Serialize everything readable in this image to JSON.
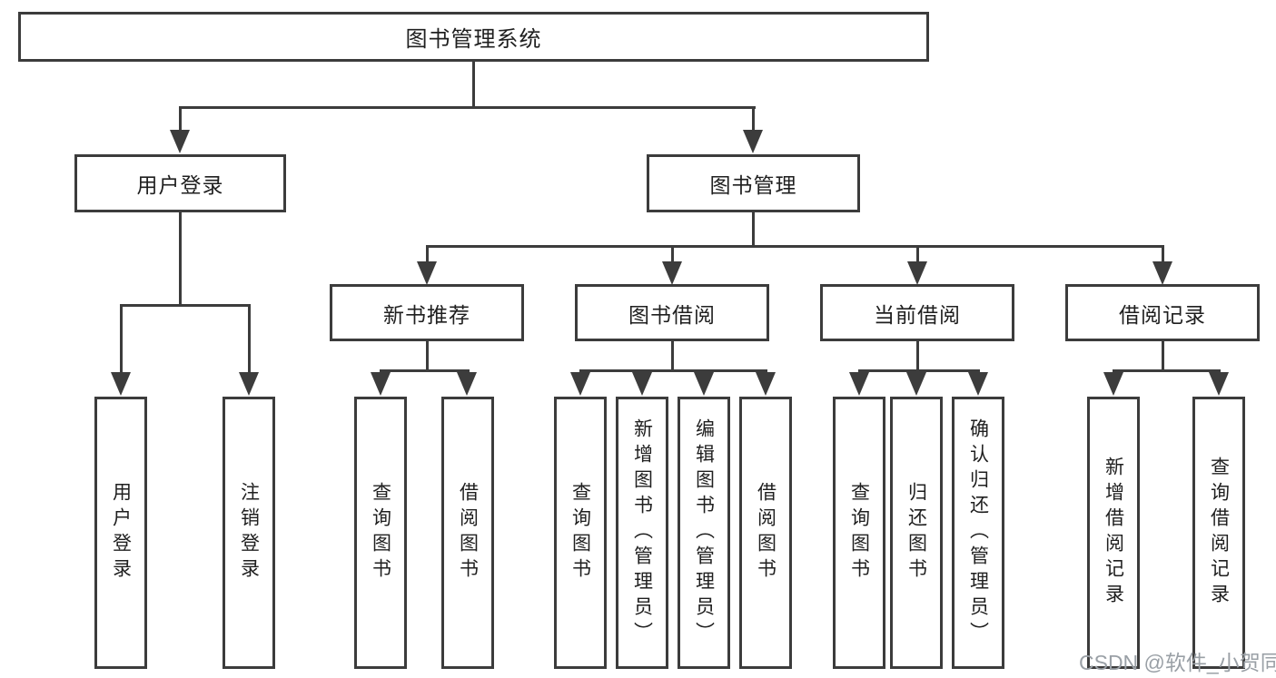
{
  "tree": {
    "root": {
      "label": "图书管理系统"
    },
    "level2": [
      {
        "label": "用户登录",
        "children": [
          {
            "label": "用户登录"
          },
          {
            "label": "注销登录"
          }
        ]
      },
      {
        "label": "图书管理",
        "children": [
          {
            "label": "新书推荐",
            "children": [
              {
                "label": "查询图书"
              },
              {
                "label": "借阅图书"
              }
            ]
          },
          {
            "label": "图书借阅",
            "children": [
              {
                "label": "查询图书"
              },
              {
                "label": "新增图书（管理员）"
              },
              {
                "label": "编辑图书（管理员）"
              },
              {
                "label": "借阅图书"
              }
            ]
          },
          {
            "label": "当前借阅",
            "children": [
              {
                "label": "查询图书"
              },
              {
                "label": "归还图书"
              },
              {
                "label": "确认归还（管理员）"
              }
            ]
          },
          {
            "label": "借阅记录",
            "children": [
              {
                "label": "新增借阅记录"
              },
              {
                "label": "查询借阅记录"
              }
            ]
          }
        ]
      }
    ]
  },
  "watermark": {
    "text": "CSDN @软件_小贺同学"
  },
  "colors": {
    "line": "#3c3c3c",
    "box_border": "#3c3c3c",
    "text": "#1f1f1f",
    "watermark": "#9aa0a6",
    "background": "#ffffff"
  }
}
